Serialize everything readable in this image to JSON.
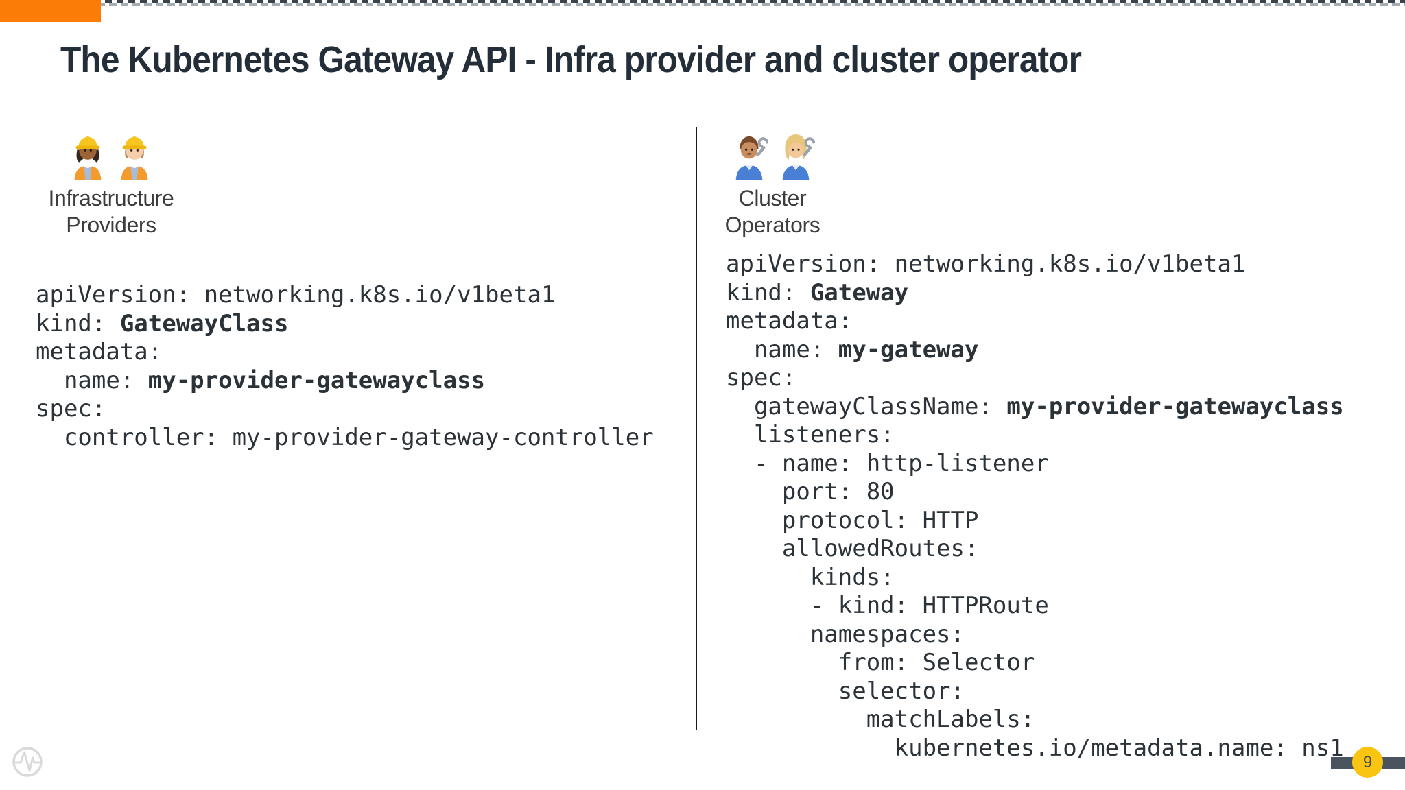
{
  "slide": {
    "title": "The Kubernetes Gateway API - Infra provider and cluster operator",
    "page_number": "9",
    "colors": {
      "accent_orange": "#FB7C06",
      "title_text": "#242E38",
      "code_text": "#2B3238",
      "divider": "#1B1B1B",
      "footer_bar": "#4A545E",
      "page_badge_yellow": "#F9C412",
      "logo_gray": "#D8DBD8"
    }
  },
  "left_panel": {
    "persona": {
      "icons": [
        "woman-construction-worker",
        "man-construction-worker"
      ],
      "label_line1": "Infrastructure",
      "label_line2": "Providers"
    },
    "code": [
      {
        "segments": [
          {
            "text": "apiVersion: networking.k8s.io/v1beta1",
            "bold": false
          }
        ]
      },
      {
        "segments": [
          {
            "text": "kind: ",
            "bold": false
          },
          {
            "text": "GatewayClass",
            "bold": true
          }
        ]
      },
      {
        "segments": [
          {
            "text": "metadata:",
            "bold": false
          }
        ]
      },
      {
        "segments": [
          {
            "text": "  name: ",
            "bold": false
          },
          {
            "text": "my-provider-gatewayclass",
            "bold": true
          }
        ]
      },
      {
        "segments": [
          {
            "text": "spec:",
            "bold": false
          }
        ]
      },
      {
        "segments": [
          {
            "text": "  controller: my-provider-gateway-controller",
            "bold": false
          }
        ]
      }
    ]
  },
  "right_panel": {
    "persona": {
      "icons": [
        "man-mechanic",
        "woman-mechanic"
      ],
      "label_line1": "Cluster",
      "label_line2": "Operators"
    },
    "code": [
      {
        "segments": [
          {
            "text": "apiVersion: networking.k8s.io/v1beta1",
            "bold": false
          }
        ]
      },
      {
        "segments": [
          {
            "text": "kind: ",
            "bold": false
          },
          {
            "text": "Gateway",
            "bold": true
          }
        ]
      },
      {
        "segments": [
          {
            "text": "metadata:",
            "bold": false
          }
        ]
      },
      {
        "segments": [
          {
            "text": "  name: ",
            "bold": false
          },
          {
            "text": "my-gateway",
            "bold": true
          }
        ]
      },
      {
        "segments": [
          {
            "text": "spec:",
            "bold": false
          }
        ]
      },
      {
        "segments": [
          {
            "text": "  gatewayClassName: ",
            "bold": false
          },
          {
            "text": "my-provider-gatewayclass",
            "bold": true
          }
        ]
      },
      {
        "segments": [
          {
            "text": "  listeners:",
            "bold": false
          }
        ]
      },
      {
        "segments": [
          {
            "text": "  - name: http-listener",
            "bold": false
          }
        ]
      },
      {
        "segments": [
          {
            "text": "    port: 80",
            "bold": false
          }
        ]
      },
      {
        "segments": [
          {
            "text": "    protocol: HTTP",
            "bold": false
          }
        ]
      },
      {
        "segments": [
          {
            "text": "    allowedRoutes:",
            "bold": false
          }
        ]
      },
      {
        "segments": [
          {
            "text": "      kinds:",
            "bold": false
          }
        ]
      },
      {
        "segments": [
          {
            "text": "      - kind: HTTPRoute",
            "bold": false
          }
        ]
      },
      {
        "segments": [
          {
            "text": "      namespaces:",
            "bold": false
          }
        ]
      },
      {
        "segments": [
          {
            "text": "        from: Selector",
            "bold": false
          }
        ]
      },
      {
        "segments": [
          {
            "text": "        selector:",
            "bold": false
          }
        ]
      },
      {
        "segments": [
          {
            "text": "          matchLabels:",
            "bold": false
          }
        ]
      },
      {
        "segments": [
          {
            "text": "            kubernetes.io/metadata.name: ns1",
            "bold": false
          }
        ]
      }
    ]
  }
}
